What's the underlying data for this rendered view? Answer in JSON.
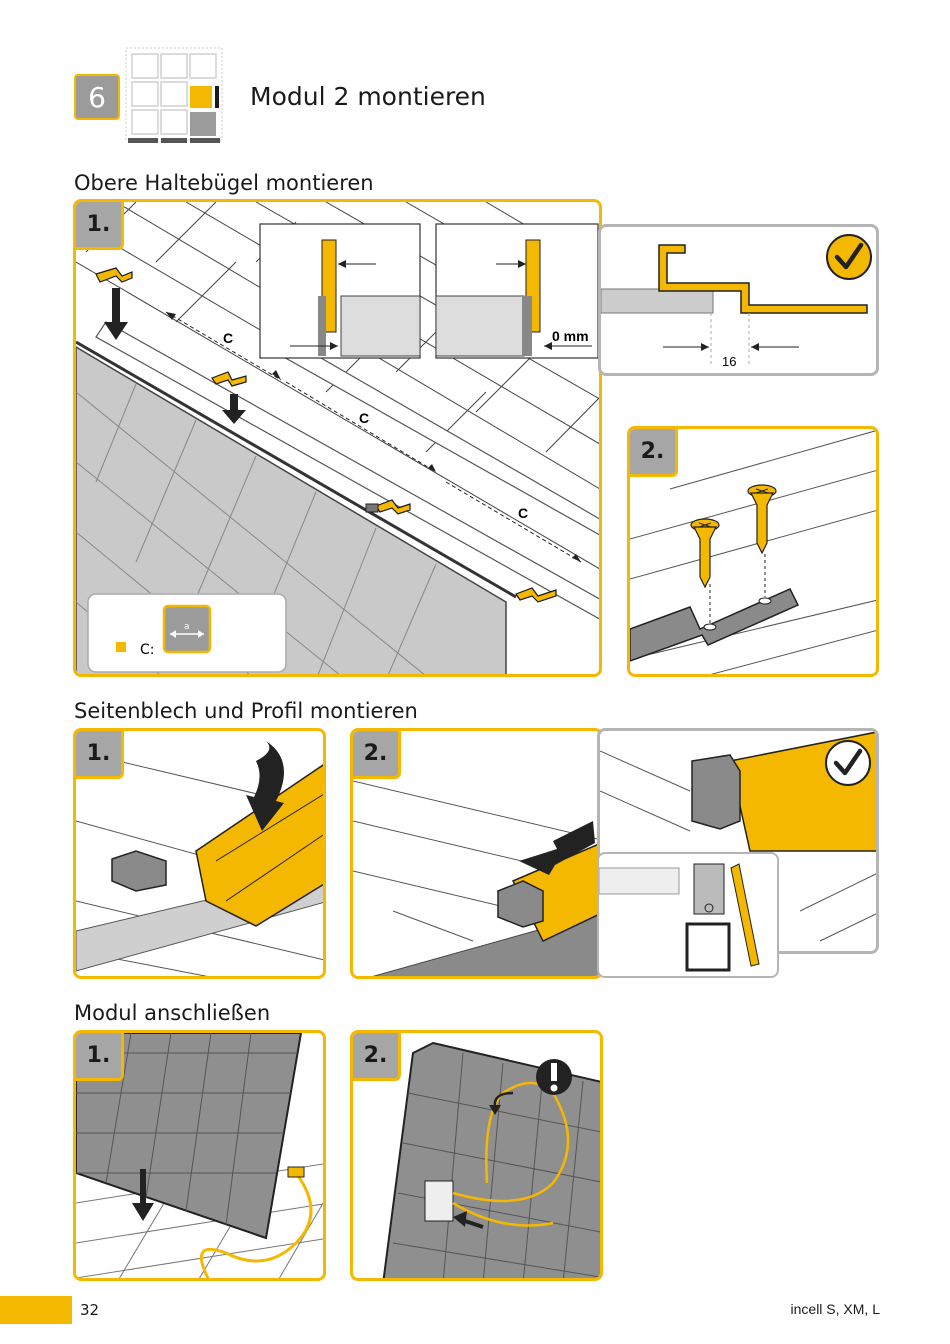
{
  "header": {
    "step_number": "6",
    "title": "Modul 2 montieren"
  },
  "sections": [
    {
      "title": "Obere Haltebügel montieren",
      "steps": [
        "1.",
        "2."
      ],
      "labels": {
        "distance_letter": "C",
        "offset_value": "0 mm",
        "gap_value": "16",
        "legend_prefix": "C:",
        "legend_inner": "a"
      }
    },
    {
      "title": "Seitenblech und Profil montieren",
      "steps": [
        "1.",
        "2."
      ]
    },
    {
      "title": "Modul anschließen",
      "steps": [
        "1.",
        "2."
      ]
    }
  ],
  "footer": {
    "page_number": "32",
    "product": "incell S, XM, L"
  },
  "colors": {
    "accent": "#f5b800",
    "panel_grey": "#a6a6a6",
    "module_grey": "#7a7a7a"
  },
  "icons": {
    "ok": "checkmark-icon",
    "warning": "exclamation-icon"
  }
}
